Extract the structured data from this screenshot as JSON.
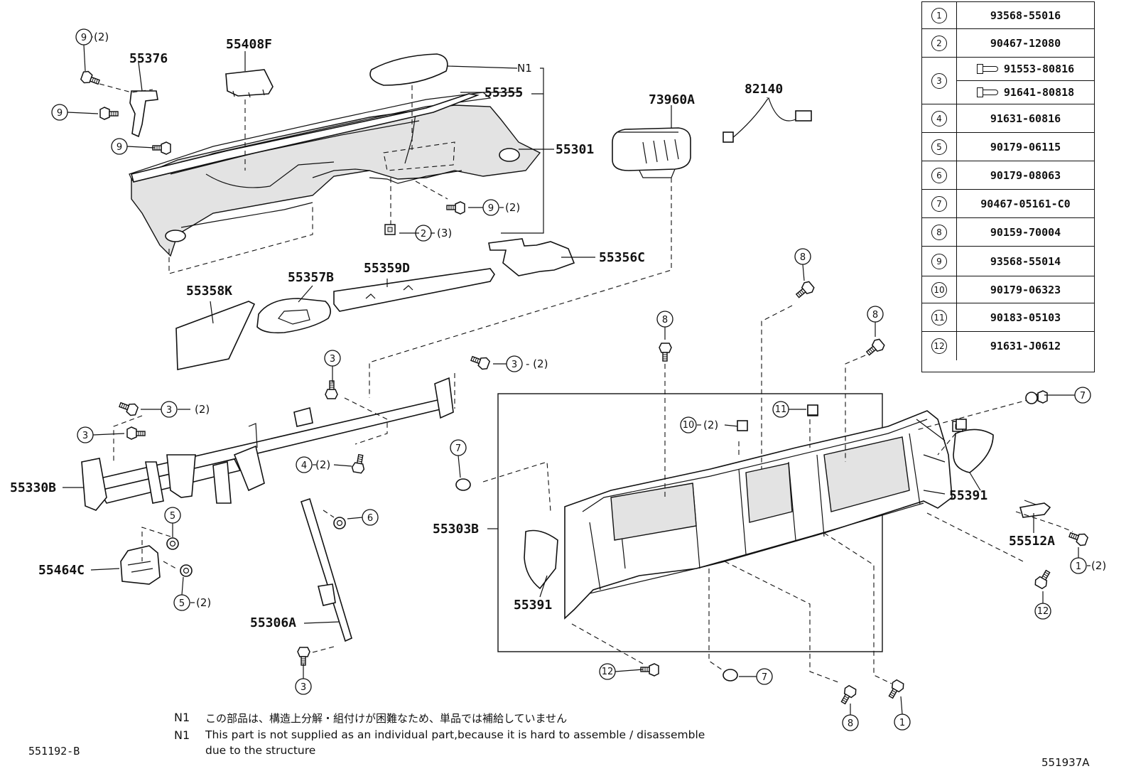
{
  "labels": {
    "p55376": "55376",
    "p55408F": "55408F",
    "N1": "N1",
    "p55355": "55355",
    "p55301": "55301",
    "p73960A": "73960A",
    "p82140": "82140",
    "p55356C": "55356C",
    "p55358K": "55358K",
    "p55357B": "55357B",
    "p55359D": "55359D",
    "p55330B": "55330B",
    "p55464C": "55464C",
    "p55306A": "55306A",
    "p55303B": "55303B",
    "p55391_right": "55391",
    "p55391_left": "55391",
    "p55512A": "55512A"
  },
  "quantities": {
    "q2": "(2)",
    "q3": "(3)",
    "q3_dash": "- (2)"
  },
  "table": {
    "rows": [
      {
        "ref": "1",
        "parts": [
          "93568-55016"
        ]
      },
      {
        "ref": "2",
        "parts": [
          "90467-12080"
        ]
      },
      {
        "ref": "3",
        "parts": [
          "91553-80816",
          "91641-80818"
        ]
      },
      {
        "ref": "4",
        "parts": [
          "91631-60816"
        ]
      },
      {
        "ref": "5",
        "parts": [
          "90179-06115"
        ]
      },
      {
        "ref": "6",
        "parts": [
          "90179-08063"
        ]
      },
      {
        "ref": "7",
        "parts": [
          "90467-05161-C0"
        ]
      },
      {
        "ref": "8",
        "parts": [
          "90159-70004"
        ]
      },
      {
        "ref": "9",
        "parts": [
          "93568-55014"
        ]
      },
      {
        "ref": "10",
        "parts": [
          "90179-06323"
        ]
      },
      {
        "ref": "11",
        "parts": [
          "90183-05103"
        ]
      },
      {
        "ref": "12",
        "parts": [
          "91631-J0612"
        ]
      }
    ]
  },
  "notes": {
    "marker": "N1",
    "jp": "この部品は、構造上分解・組付けが困難なため、単品では補給していません",
    "en_line1": "This part is not supplied as an individual part,because it is hard to assemble / disassemble",
    "en_line2": "due to the structure"
  },
  "codes": {
    "left": "551192-B",
    "right": "551937A"
  }
}
